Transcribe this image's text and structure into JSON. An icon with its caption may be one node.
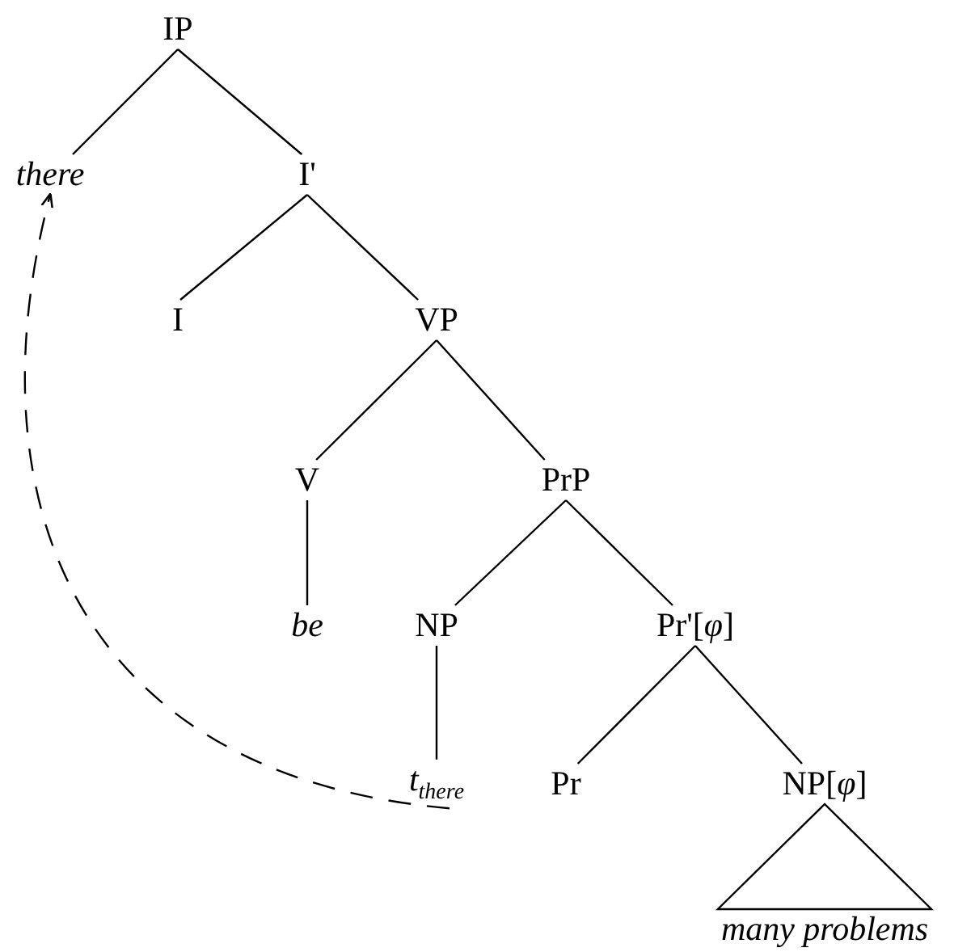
{
  "diagram": {
    "nodes": [
      {
        "text": [
          "IP"
        ]
      },
      {
        "text": [
          "there"
        ]
      },
      {
        "text": [
          "I'"
        ]
      },
      {
        "text": [
          "I"
        ]
      },
      {
        "text": [
          "VP"
        ]
      },
      {
        "text": [
          "V"
        ]
      },
      {
        "text": [
          "PrP"
        ]
      },
      {
        "text": [
          "be"
        ]
      },
      {
        "text": [
          "NP"
        ]
      },
      {
        "text": [
          "t$_{there}$"
        ]
      },
      {
        "text": [
          "Pr'[*φ*]"
        ]
      },
      {
        "text": [
          "Pr"
        ]
      },
      {
        "text": [
          "NP[*φ*]"
        ]
      },
      {
        "text": [
          "many problems"
        ]
      }
    ],
    "edges": [
      {
        "from": 0,
        "to": 1,
        "arrow": "none"
      },
      {
        "from": 0,
        "to": 2,
        "arrow": "none"
      },
      {
        "from": 2,
        "to": 3,
        "arrow": "none"
      },
      {
        "from": 2,
        "to": 4,
        "arrow": "none"
      },
      {
        "from": 4,
        "to": 5,
        "arrow": "none"
      },
      {
        "from": 4,
        "to": 6,
        "arrow": "none"
      },
      {
        "from": 5,
        "to": 7,
        "arrow": "none"
      },
      {
        "from": 6,
        "to": 8,
        "arrow": "none"
      },
      {
        "from": 6,
        "to": 10,
        "arrow": "none"
      },
      {
        "from": 8,
        "to": 9,
        "arrow": "none"
      },
      {
        "from": 10,
        "to": 11,
        "arrow": "none"
      },
      {
        "from": 10,
        "to": 12,
        "arrow": "none"
      },
      {
        "from": 12,
        "to": 13,
        "arrow": "none"
      },
      {
        "from": 9,
        "to": 1,
        "arrow": "to",
        "style": "dashed"
      }
    ]
  }
}
